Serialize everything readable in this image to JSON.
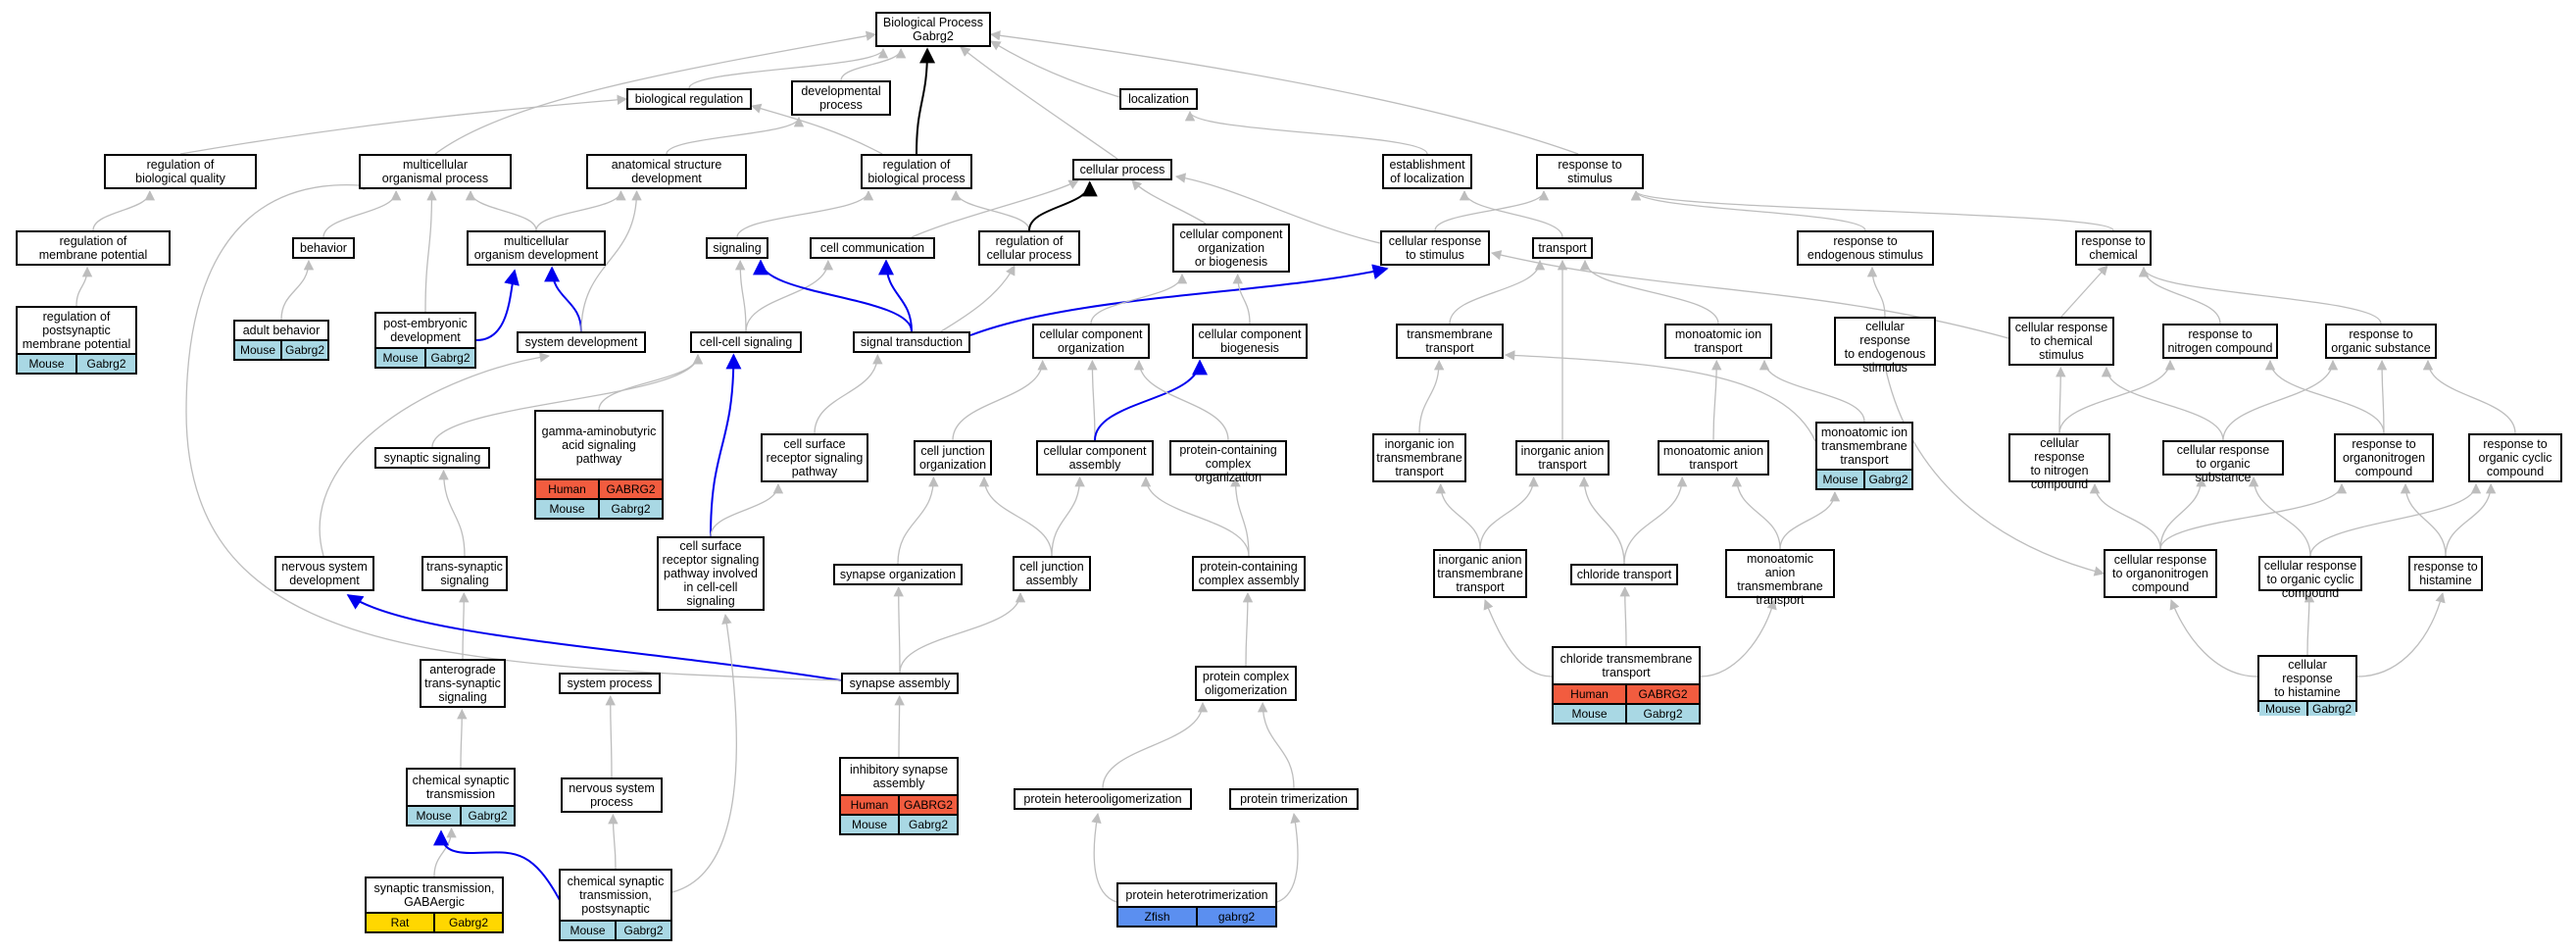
{
  "colors": {
    "edge_gray": "#bdbdbd",
    "edge_blue": "#0000ee",
    "edge_black": "#000000",
    "Human": "#f25c3f",
    "Mouse": "#a9d8e4",
    "Rat": "#ffd700",
    "Zfish": "#5b8ff0"
  },
  "nodes": [
    {
      "id": "bp",
      "label": "Biological Process\nGabrg2"
    },
    {
      "id": "bioreg",
      "label": "biological regulation"
    },
    {
      "id": "devproc",
      "label": "developmental\nprocess"
    },
    {
      "id": "localization",
      "label": "localization"
    },
    {
      "id": "regbioqual",
      "label": "regulation of\nbiological quality"
    },
    {
      "id": "multiorg",
      "label": "multicellular\norganismal process"
    },
    {
      "id": "anatdev",
      "label": "anatomical structure\ndevelopment"
    },
    {
      "id": "regbioproc",
      "label": "regulation of\nbiological process"
    },
    {
      "id": "cellproc",
      "label": "cellular process"
    },
    {
      "id": "estloc",
      "label": "establishment\nof localization"
    },
    {
      "id": "respstim",
      "label": "response to\nstimulus"
    },
    {
      "id": "regmembpot",
      "label": "regulation of\nmembrane potential"
    },
    {
      "id": "behavior",
      "label": "behavior"
    },
    {
      "id": "multiorgdev",
      "label": "multicellular\norganism development"
    },
    {
      "id": "signaling",
      "label": "signaling"
    },
    {
      "id": "cellcomm",
      "label": "cell communication"
    },
    {
      "id": "regcellproc",
      "label": "regulation of\ncellular process"
    },
    {
      "id": "ccob",
      "label": "cellular component\norganization\nor biogenesis"
    },
    {
      "id": "cellrespstim",
      "label": "cellular response\nto stimulus"
    },
    {
      "id": "transport",
      "label": "transport"
    },
    {
      "id": "respendo",
      "label": "response to\nendogenous stimulus"
    },
    {
      "id": "respchem",
      "label": "response to\nchemical"
    },
    {
      "id": "regpostsyn",
      "label": "regulation of\npostsynaptic\nmembrane potential",
      "species": [
        {
          "name": "Mouse",
          "gene": "Gabrg2"
        }
      ]
    },
    {
      "id": "adultbeh",
      "label": "adult behavior",
      "species": [
        {
          "name": "Mouse",
          "gene": "Gabrg2"
        }
      ]
    },
    {
      "id": "postemb",
      "label": "post-embryonic\ndevelopment",
      "species": [
        {
          "name": "Mouse",
          "gene": "Gabrg2"
        }
      ]
    },
    {
      "id": "sysdev",
      "label": "system development"
    },
    {
      "id": "cellcellsig",
      "label": "cell-cell signaling"
    },
    {
      "id": "sigtrans",
      "label": "signal transduction"
    },
    {
      "id": "ccorg",
      "label": "cellular component\norganization"
    },
    {
      "id": "ccbio",
      "label": "cellular component\nbiogenesis"
    },
    {
      "id": "tmtransport",
      "label": "transmembrane\ntransport"
    },
    {
      "id": "monoiontrans",
      "label": "monoatomic ion\ntransport"
    },
    {
      "id": "cellrespendo",
      "label": "cellular response\nto endogenous\nstimulus"
    },
    {
      "id": "cellrespchem",
      "label": "cellular response\nto chemical\nstimulus"
    },
    {
      "id": "respnitro",
      "label": "response to\nnitrogen compound"
    },
    {
      "id": "resporg",
      "label": "response to\norganic substance"
    },
    {
      "id": "synsig",
      "label": "synaptic signaling"
    },
    {
      "id": "gaba",
      "label": "gamma-aminobutyric\nacid signaling\npathway",
      "species": [
        {
          "name": "Human",
          "gene": "GABRG2"
        },
        {
          "name": "Mouse",
          "gene": "Gabrg2"
        }
      ]
    },
    {
      "id": "csrsp",
      "label": "cell surface\nreceptor signaling\npathway"
    },
    {
      "id": "celljuncorg",
      "label": "cell junction\norganization"
    },
    {
      "id": "ccassembly",
      "label": "cellular component\nassembly"
    },
    {
      "id": "protcomporg",
      "label": "protein-containing\ncomplex organization"
    },
    {
      "id": "inoiontm",
      "label": "inorganic ion\ntransmembrane\ntransport"
    },
    {
      "id": "inoanion",
      "label": "inorganic anion\ntransport"
    },
    {
      "id": "monoanion",
      "label": "monoatomic anion\ntransport"
    },
    {
      "id": "monoiontm",
      "label": "monoatomic ion\ntransmembrane\ntransport",
      "species": [
        {
          "name": "Mouse",
          "gene": "Gabrg2"
        }
      ]
    },
    {
      "id": "cellrespnitro",
      "label": "cellular response\nto nitrogen\ncompound"
    },
    {
      "id": "cellresporg",
      "label": "cellular response\nto organic substance"
    },
    {
      "id": "resporganonitro",
      "label": "response to\norganonitrogen\ncompound"
    },
    {
      "id": "resporgcyc",
      "label": "response to\norganic cyclic\ncompound"
    },
    {
      "id": "nsdev",
      "label": "nervous system\ndevelopment"
    },
    {
      "id": "transsyn",
      "label": "trans-synaptic\nsignaling"
    },
    {
      "id": "csrspcc",
      "label": "cell surface\nreceptor signaling\npathway involved\nin cell-cell\nsignaling"
    },
    {
      "id": "synorg",
      "label": "synapse organization"
    },
    {
      "id": "celljuncasm",
      "label": "cell junction\nassembly"
    },
    {
      "id": "protcompasm",
      "label": "protein-containing\ncomplex assembly"
    },
    {
      "id": "inoaniontm",
      "label": "inorganic anion\ntransmembrane\ntransport"
    },
    {
      "id": "chloride",
      "label": "chloride transport"
    },
    {
      "id": "monoaniontm",
      "label": "monoatomic anion\ntransmembrane\ntransport"
    },
    {
      "id": "cellresporganonitro",
      "label": "cellular response\nto organonitrogen\ncompound"
    },
    {
      "id": "cellresporgcyc",
      "label": "cellular response\nto organic cyclic\ncompound"
    },
    {
      "id": "resphist",
      "label": "response to\nhistamine"
    },
    {
      "id": "anterograde",
      "label": "anterograde\ntrans-synaptic\nsignaling"
    },
    {
      "id": "sysproc",
      "label": "system process"
    },
    {
      "id": "synasm",
      "label": "synapse assembly"
    },
    {
      "id": "protoligo",
      "label": "protein complex\noligomerization"
    },
    {
      "id": "chloridetm",
      "label": "chloride transmembrane\ntransport",
      "species": [
        {
          "name": "Human",
          "gene": "GABRG2"
        },
        {
          "name": "Mouse",
          "gene": "Gabrg2"
        }
      ]
    },
    {
      "id": "cellresphist",
      "label": "cellular response\nto histamine",
      "species": [
        {
          "name": "Mouse",
          "gene": "Gabrg2"
        }
      ]
    },
    {
      "id": "chemsyn",
      "label": "chemical synaptic\ntransmission",
      "species": [
        {
          "name": "Mouse",
          "gene": "Gabrg2"
        }
      ]
    },
    {
      "id": "nsproc",
      "label": "nervous system\nprocess"
    },
    {
      "id": "inhibsyn",
      "label": "inhibitory synapse\nassembly",
      "species": [
        {
          "name": "Human",
          "gene": "GABRG2"
        },
        {
          "name": "Mouse",
          "gene": "Gabrg2"
        }
      ]
    },
    {
      "id": "protheterooligo",
      "label": "protein heterooligomerization"
    },
    {
      "id": "prottrimer",
      "label": "protein trimerization"
    },
    {
      "id": "gabaergic",
      "label": "synaptic transmission,\nGABAergic",
      "species": [
        {
          "name": "Rat",
          "gene": "Gabrg2"
        }
      ]
    },
    {
      "id": "chemsynpost",
      "label": "chemical synaptic\ntransmission,\npostsynaptic",
      "species": [
        {
          "name": "Mouse",
          "gene": "Gabrg2"
        }
      ]
    },
    {
      "id": "protheterotrimer",
      "label": "protein heterotrimerization",
      "species": [
        {
          "name": "Zfish",
          "gene": "gabrg2"
        }
      ]
    }
  ],
  "edges": [
    {
      "from": "bioreg",
      "to": "bp",
      "style": "gray"
    },
    {
      "from": "devproc",
      "to": "bp",
      "style": "gray"
    },
    {
      "from": "localization",
      "to": "bp",
      "style": "gray"
    },
    {
      "from": "multiorg",
      "to": "bp",
      "style": "gray"
    },
    {
      "from": "regbioproc",
      "to": "bp",
      "style": "black"
    },
    {
      "from": "cellproc",
      "to": "bp",
      "style": "gray"
    },
    {
      "from": "respstim",
      "to": "bp",
      "style": "gray"
    },
    {
      "from": "regbioqual",
      "to": "bioreg",
      "style": "gray"
    },
    {
      "from": "regbioproc",
      "to": "bioreg",
      "style": "gray"
    },
    {
      "from": "anatdev",
      "to": "devproc",
      "style": "gray"
    },
    {
      "from": "estloc",
      "to": "localization",
      "style": "gray"
    },
    {
      "from": "regmembpot",
      "to": "regbioqual",
      "style": "gray"
    },
    {
      "from": "regpostsyn",
      "to": "regmembpot",
      "style": "gray"
    },
    {
      "from": "behavior",
      "to": "multiorg",
      "style": "gray"
    },
    {
      "from": "multiorgdev",
      "to": "multiorg",
      "style": "gray"
    },
    {
      "from": "multiorgdev",
      "to": "anatdev",
      "style": "gray"
    },
    {
      "from": "postemb",
      "to": "multiorg",
      "style": "gray"
    },
    {
      "from": "adultbeh",
      "to": "behavior",
      "style": "gray"
    },
    {
      "from": "postemb",
      "to": "multiorgdev",
      "style": "blue"
    },
    {
      "from": "sysdev",
      "to": "multiorgdev",
      "style": "blue"
    },
    {
      "from": "sysdev",
      "to": "anatdev",
      "style": "gray"
    },
    {
      "from": "signaling",
      "to": "regbioproc",
      "style": "gray"
    },
    {
      "from": "regcellproc",
      "to": "regbioproc",
      "style": "gray"
    },
    {
      "from": "regcellproc",
      "to": "cellproc",
      "style": "black"
    },
    {
      "from": "cellcomm",
      "to": "cellproc",
      "style": "gray"
    },
    {
      "from": "ccob",
      "to": "cellproc",
      "style": "gray"
    },
    {
      "from": "cellrespstim",
      "to": "cellproc",
      "style": "gray"
    },
    {
      "from": "cellrespstim",
      "to": "respstim",
      "style": "gray"
    },
    {
      "from": "transport",
      "to": "estloc",
      "style": "gray"
    },
    {
      "from": "respendo",
      "to": "respstim",
      "style": "gray"
    },
    {
      "from": "respchem",
      "to": "respstim",
      "style": "gray"
    },
    {
      "from": "cellcellsig",
      "to": "signaling",
      "style": "gray"
    },
    {
      "from": "cellcellsig",
      "to": "cellcomm",
      "style": "gray"
    },
    {
      "from": "sigtrans",
      "to": "signaling",
      "style": "blue"
    },
    {
      "from": "sigtrans",
      "to": "cellcomm",
      "style": "blue"
    },
    {
      "from": "sigtrans",
      "to": "regcellproc",
      "style": "gray"
    },
    {
      "from": "sigtrans",
      "to": "cellrespstim",
      "style": "blue"
    },
    {
      "from": "ccorg",
      "to": "ccob",
      "style": "gray"
    },
    {
      "from": "ccbio",
      "to": "ccob",
      "style": "gray"
    },
    {
      "from": "tmtransport",
      "to": "transport",
      "style": "gray"
    },
    {
      "from": "monoiontrans",
      "to": "transport",
      "style": "gray"
    },
    {
      "from": "cellrespendo",
      "to": "respendo",
      "style": "gray"
    },
    {
      "from": "cellrespchem",
      "to": "respchem",
      "style": "gray"
    },
    {
      "from": "cellrespchem",
      "to": "cellrespstim",
      "style": "gray"
    },
    {
      "from": "respnitro",
      "to": "respchem",
      "style": "gray"
    },
    {
      "from": "resporg",
      "to": "respchem",
      "style": "gray"
    },
    {
      "from": "synsig",
      "to": "cellcellsig",
      "style": "gray"
    },
    {
      "from": "gaba",
      "to": "cellcellsig",
      "style": "gray"
    },
    {
      "from": "csrsp",
      "to": "sigtrans",
      "style": "gray"
    },
    {
      "from": "csrspcc",
      "to": "cellcellsig",
      "style": "blue"
    },
    {
      "from": "csrspcc",
      "to": "csrsp",
      "style": "gray"
    },
    {
      "from": "celljuncorg",
      "to": "ccorg",
      "style": "gray"
    },
    {
      "from": "ccassembly",
      "to": "ccorg",
      "style": "gray"
    },
    {
      "from": "ccassembly",
      "to": "ccbio",
      "style": "blue"
    },
    {
      "from": "protcomporg",
      "to": "ccorg",
      "style": "gray"
    },
    {
      "from": "inoiontm",
      "to": "tmtransport",
      "style": "gray"
    },
    {
      "from": "inoanion",
      "to": "transport",
      "style": "gray"
    },
    {
      "from": "monoanion",
      "to": "monoiontrans",
      "style": "gray"
    },
    {
      "from": "monoiontm",
      "to": "tmtransport",
      "style": "gray"
    },
    {
      "from": "monoiontm",
      "to": "monoiontrans",
      "style": "gray"
    },
    {
      "from": "cellrespnitro",
      "to": "cellrespchem",
      "style": "gray"
    },
    {
      "from": "cellrespnitro",
      "to": "respnitro",
      "style": "gray"
    },
    {
      "from": "cellresporg",
      "to": "cellrespchem",
      "style": "gray"
    },
    {
      "from": "cellresporg",
      "to": "resporg",
      "style": "gray"
    },
    {
      "from": "resporganonitro",
      "to": "respnitro",
      "style": "gray"
    },
    {
      "from": "resporganonitro",
      "to": "resporg",
      "style": "gray"
    },
    {
      "from": "resporgcyc",
      "to": "resporg",
      "style": "gray"
    },
    {
      "from": "nsdev",
      "to": "sysdev",
      "style": "gray"
    },
    {
      "from": "transsyn",
      "to": "synsig",
      "style": "gray"
    },
    {
      "from": "synorg",
      "to": "celljuncorg",
      "style": "gray"
    },
    {
      "from": "celljuncasm",
      "to": "celljuncorg",
      "style": "gray"
    },
    {
      "from": "celljuncasm",
      "to": "ccassembly",
      "style": "gray"
    },
    {
      "from": "protcompasm",
      "to": "ccassembly",
      "style": "gray"
    },
    {
      "from": "protcompasm",
      "to": "protcomporg",
      "style": "gray"
    },
    {
      "from": "inoaniontm",
      "to": "inoiontm",
      "style": "gray"
    },
    {
      "from": "inoaniontm",
      "to": "inoanion",
      "style": "gray"
    },
    {
      "from": "chloride",
      "to": "inoanion",
      "style": "gray"
    },
    {
      "from": "chloride",
      "to": "monoanion",
      "style": "gray"
    },
    {
      "from": "monoaniontm",
      "to": "monoanion",
      "style": "gray"
    },
    {
      "from": "monoaniontm",
      "to": "monoiontm",
      "style": "gray"
    },
    {
      "from": "cellrespendo",
      "to": "cellresporganonitro",
      "style": "gray"
    },
    {
      "from": "cellresporganonitro",
      "to": "cellrespnitro",
      "style": "gray"
    },
    {
      "from": "cellresporganonitro",
      "to": "cellresporg",
      "style": "gray"
    },
    {
      "from": "cellresporganonitro",
      "to": "resporganonitro",
      "style": "gray"
    },
    {
      "from": "cellresporgcyc",
      "to": "cellresporg",
      "style": "gray"
    },
    {
      "from": "cellresporgcyc",
      "to": "resporgcyc",
      "style": "gray"
    },
    {
      "from": "resphist",
      "to": "resporganonitro",
      "style": "gray"
    },
    {
      "from": "resphist",
      "to": "resporgcyc",
      "style": "gray"
    },
    {
      "from": "anterograde",
      "to": "transsyn",
      "style": "gray"
    },
    {
      "from": "synasm",
      "to": "synorg",
      "style": "gray"
    },
    {
      "from": "synasm",
      "to": "celljuncasm",
      "style": "gray"
    },
    {
      "from": "synasm",
      "to": "nsdev",
      "style": "blue"
    },
    {
      "from": "synasm",
      "to": "multiorg",
      "style": "gray"
    },
    {
      "from": "protoligo",
      "to": "protcompasm",
      "style": "gray"
    },
    {
      "from": "chloridetm",
      "to": "inoaniontm",
      "style": "gray"
    },
    {
      "from": "chloridetm",
      "to": "chloride",
      "style": "gray"
    },
    {
      "from": "chloridetm",
      "to": "monoaniontm",
      "style": "gray"
    },
    {
      "from": "cellresphist",
      "to": "cellresporganonitro",
      "style": "gray"
    },
    {
      "from": "cellresphist",
      "to": "cellresporgcyc",
      "style": "gray"
    },
    {
      "from": "cellresphist",
      "to": "resphist",
      "style": "gray"
    },
    {
      "from": "chemsyn",
      "to": "anterograde",
      "style": "gray"
    },
    {
      "from": "nsproc",
      "to": "sysproc",
      "style": "gray"
    },
    {
      "from": "inhibsyn",
      "to": "synasm",
      "style": "gray"
    },
    {
      "from": "protheterooligo",
      "to": "protoligo",
      "style": "gray"
    },
    {
      "from": "prottrimer",
      "to": "protoligo",
      "style": "gray"
    },
    {
      "from": "gabaergic",
      "to": "chemsyn",
      "style": "gray"
    },
    {
      "from": "chemsynpost",
      "to": "chemsyn",
      "style": "blue"
    },
    {
      "from": "chemsynpost",
      "to": "nsproc",
      "style": "gray"
    },
    {
      "from": "chemsynpost",
      "to": "csrspcc",
      "style": "gray"
    },
    {
      "from": "protheterotrimer",
      "to": "protheterooligo",
      "style": "gray"
    },
    {
      "from": "protheterotrimer",
      "to": "prottrimer",
      "style": "gray"
    }
  ]
}
